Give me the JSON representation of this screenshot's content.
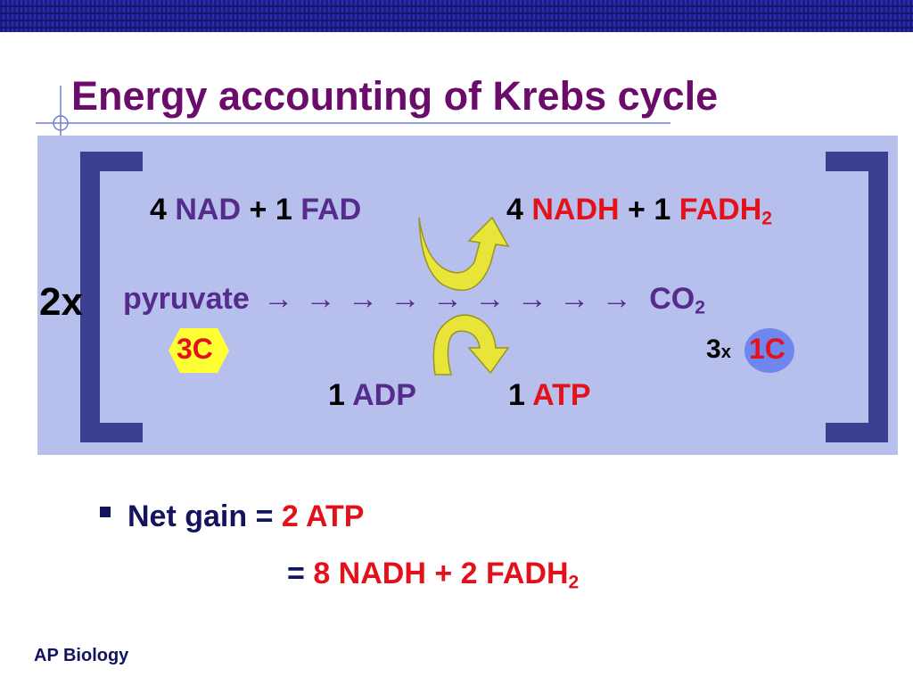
{
  "slide": {
    "title": "Energy accounting of Krebs cycle",
    "footer": "AP Biology"
  },
  "diagram": {
    "multiplier": "2x",
    "top_left": {
      "nad_coef": "4",
      "nad": "NAD",
      "plus": "+",
      "fad_coef": "1",
      "fad": "FAD"
    },
    "top_right": {
      "nadh_coef": "4",
      "nadh": "NADH",
      "plus": "+",
      "fadh_coef": "1",
      "fadh": "FADH",
      "fadh_sub": "2"
    },
    "main_row": {
      "pyruvate": "pyruvate",
      "arrows": "→ → → → → → → → →",
      "co2": "CO",
      "co2_sub": "2"
    },
    "three_c": "3C",
    "three_x": "3",
    "three_x_small": "x",
    "one_c": "1C",
    "bottom": {
      "adp_coef": "1",
      "adp": "ADP",
      "atp_coef": "1",
      "atp": "ATP"
    }
  },
  "net_gain": {
    "label": "Net gain",
    "eq": "=",
    "line1": "2 ATP",
    "line2": "8 NADH + 2 FADH",
    "line2_sub": "2"
  },
  "colors": {
    "title": "#6b0c6b",
    "panel": "#b7c0ec",
    "bracket": "#3b3f8f",
    "navy": "#13135e",
    "red": "#e3121a",
    "hexagon": "#ffff33",
    "circle": "#6f86ee",
    "arrow": "#e8e43a"
  }
}
